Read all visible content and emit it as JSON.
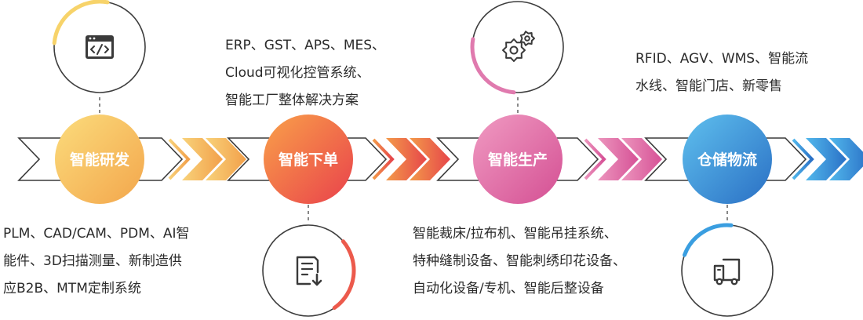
{
  "stages": [
    {
      "label": "智能研发",
      "icon": "code-window-icon",
      "gradient": [
        "#fbdc7c",
        "#f3a64c"
      ],
      "ring_color": "#f7d36a",
      "description": [
        "PLM、CAD/CAM、PDM、AI智",
        "能件、3D扫描测量、新制造供",
        "应B2B、MTM定制系统"
      ]
    },
    {
      "label": "智能下单",
      "icon": "document-download-icon",
      "gradient": [
        "#f9a14a",
        "#e9414b"
      ],
      "ring_color": "#ec5a4c",
      "description": [
        "ERP、GST、APS、MES、",
        "Cloud可视化控管系统、",
        "智能工厂整体解决方案"
      ]
    },
    {
      "label": "智能生产",
      "icon": "gears-icon",
      "gradient": [
        "#f09bc2",
        "#d44f93"
      ],
      "ring_color": "#e07aae",
      "description": [
        "智能裁床/拉布机、智能吊挂系统、",
        "特种缝制设备、智能刺绣印花设备、",
        "自动化设备/专机、智能后整设备"
      ]
    },
    {
      "label": "仓储物流",
      "icon": "delivery-truck-icon",
      "gradient": [
        "#5fc0ee",
        "#2a6fc4"
      ],
      "ring_color": "#3a9ee0",
      "description": [
        "RFID、AGV、WMS、智能流",
        "水线、智能门店、新零售"
      ]
    }
  ]
}
